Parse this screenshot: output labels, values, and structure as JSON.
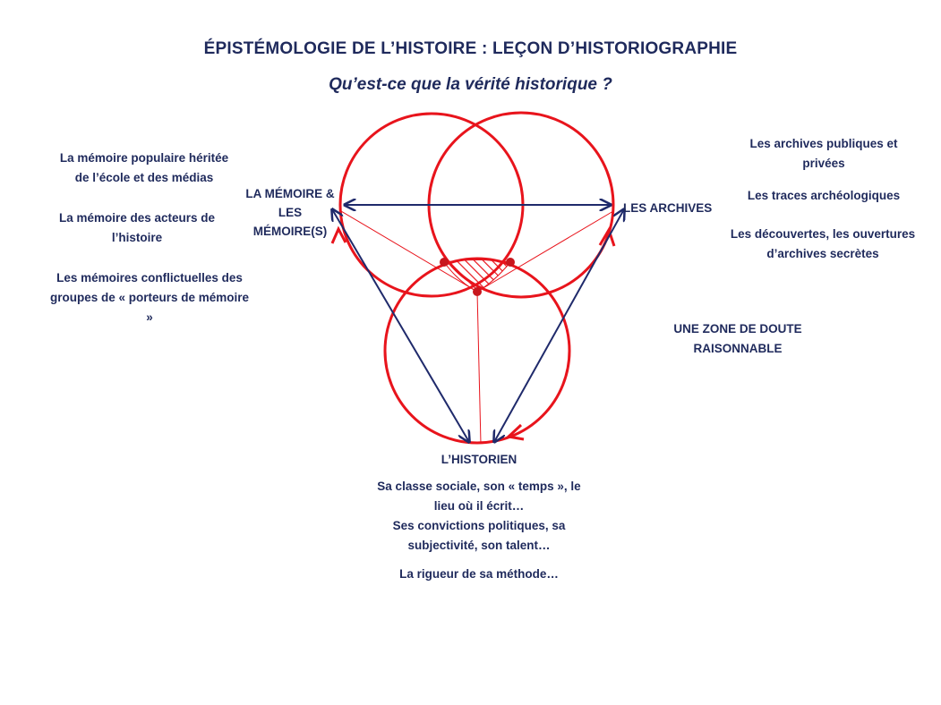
{
  "header": {
    "title": "ÉPISTÉMOLOGIE DE L’HISTOIRE : LEÇON D’HISTORIOGRAPHIE",
    "subtitle": "Qu’est-ce que la vérité historique ?"
  },
  "nodes": {
    "memoire": "LA MÉMOIRE & LES MÉMOIRE(S)",
    "archives": "LES ARCHIVES",
    "historien": "L’HISTORIEN"
  },
  "left_notes": [
    "La mémoire populaire héritée de l’école et des médias",
    "La mémoire des acteurs de l’histoire",
    "Les mémoires conflictuelles des groupes de « porteurs de mémoire »"
  ],
  "right_notes": [
    "Les archives publiques et privées",
    "Les traces archéologiques",
    "Les découvertes, les ouvertures d’archives secrètes"
  ],
  "zone_label": "UNE ZONE DE DOUTE RAISONNABLE",
  "historien_notes": [
    "Sa classe sociale, son « temps », le lieu où il écrit…",
    "Ses convictions politiques, sa subjectivité, son talent…",
    "La rigueur de sa méthode…"
  ],
  "colors": {
    "circle": "#e8141c",
    "arrow": "#1f2a6b",
    "text": "#1f2a5c"
  }
}
